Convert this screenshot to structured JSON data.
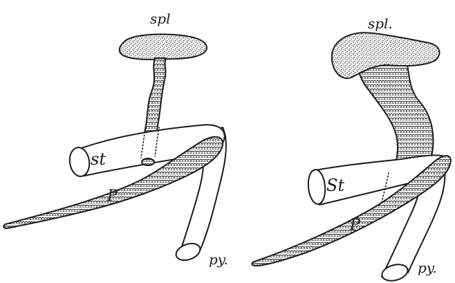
{
  "figure": {
    "left_panel": {
      "label_spleen": "spl",
      "label_stomach": "st",
      "label_pancreas": "P",
      "label_pylorus": "py."
    },
    "right_panel": {
      "label_spleen": "spl.",
      "label_stomach": "St",
      "label_pancreas": "P",
      "label_pylorus": "py."
    }
  },
  "colors": {
    "ink": "#1a1a1a",
    "paper": "#ffffff"
  }
}
